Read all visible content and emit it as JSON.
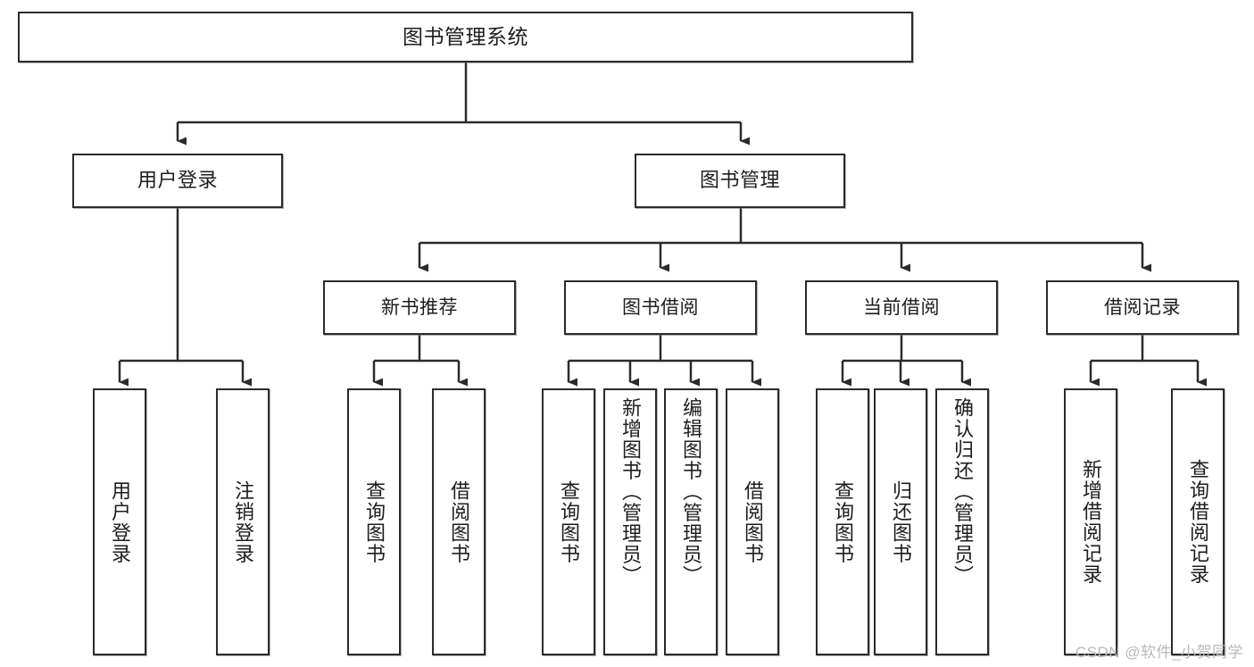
{
  "diagram": {
    "title": "图书管理系统",
    "watermark": "CSDN @软件_小贺同学",
    "root": {
      "label": "图书管理系统"
    },
    "level2": [
      {
        "label": "用户登录"
      },
      {
        "label": "图书管理"
      }
    ],
    "level3": [
      {
        "label": "新书推荐"
      },
      {
        "label": "图书借阅"
      },
      {
        "label": "当前借阅"
      },
      {
        "label": "借阅记录"
      }
    ],
    "leaves": [
      {
        "label": "用户登录"
      },
      {
        "label": "注销登录"
      },
      {
        "label": "查询图书"
      },
      {
        "label": "借阅图书"
      },
      {
        "label": "查询图书"
      },
      {
        "label": "新增图书（管理员）"
      },
      {
        "label": "编辑图书（管理员）"
      },
      {
        "label": "借阅图书"
      },
      {
        "label": "查询图书"
      },
      {
        "label": "归还图书"
      },
      {
        "label": "确认归还（管理员）"
      },
      {
        "label": "新增借阅记录"
      },
      {
        "label": "查询借阅记录"
      }
    ],
    "colors": {
      "stroke": "#2b2b2b",
      "text": "#1d1d1d",
      "background": "#ffffff",
      "watermark": "#b9b9b9"
    }
  }
}
